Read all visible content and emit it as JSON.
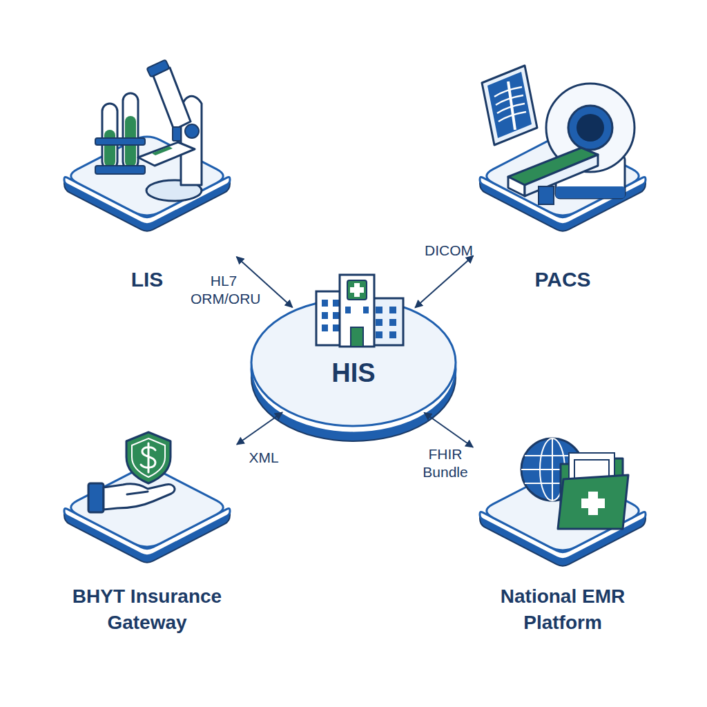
{
  "diagram": {
    "nodes": [
      {
        "text": [
          "LIS"
        ]
      },
      {
        "text": [
          "PACS"
        ]
      },
      {
        "text": [
          "HIS"
        ]
      },
      {
        "text": [
          "BHYT Insurance Gateway"
        ]
      },
      {
        "text": [
          "National EMR Platform"
        ]
      }
    ],
    "edges": [
      {
        "from": 0,
        "to": 2,
        "arrow": "both",
        "label": "HL7 ORM/ORU"
      },
      {
        "from": 1,
        "to": 2,
        "arrow": "both",
        "label": "DICOM"
      },
      {
        "from": 3,
        "to": 2,
        "arrow": "both",
        "label": "XML"
      },
      {
        "from": 4,
        "to": 2,
        "arrow": "both",
        "label": "FHIR Bundle"
      }
    ]
  }
}
